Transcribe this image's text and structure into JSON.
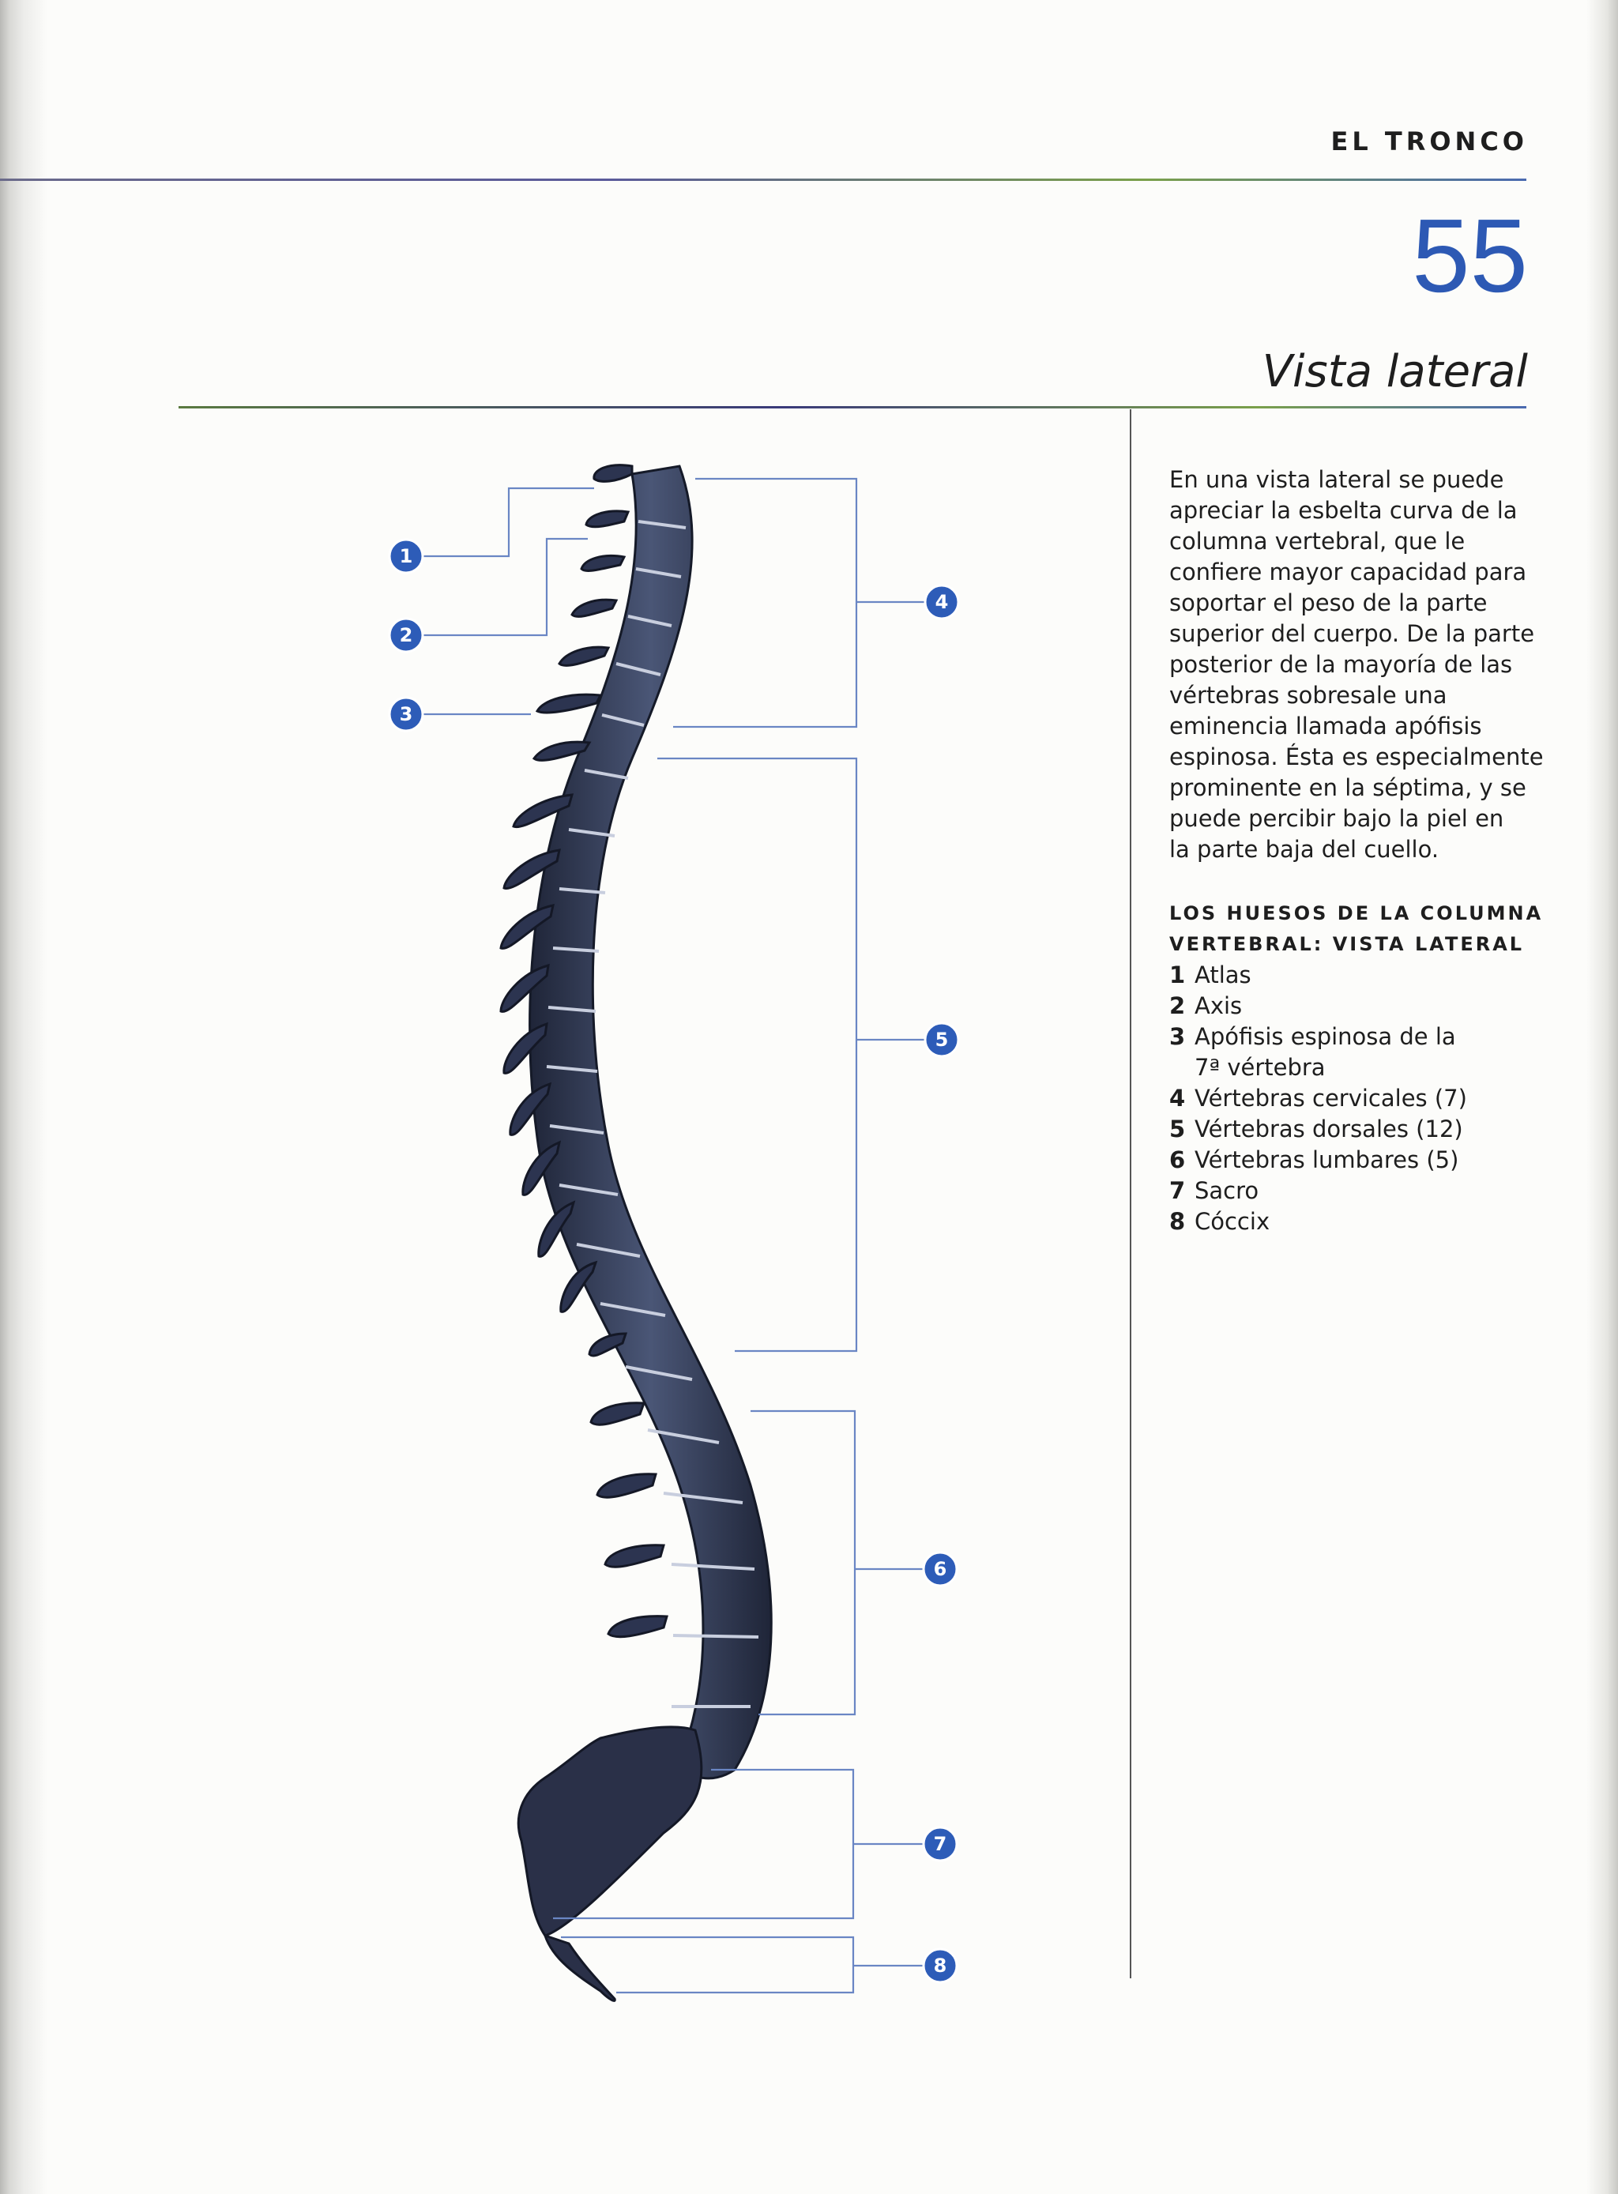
{
  "header": {
    "section": "EL TRONCO",
    "page_number": "55",
    "subtitle": "Vista lateral"
  },
  "intro_lines": [
    "En una vista lateral se puede",
    "apreciar la esbelta curva de la",
    "columna vertebral, que le",
    "confiere mayor capacidad para",
    "soportar el peso de la parte",
    "superior del cuerpo. De la parte",
    "posterior de la mayoría de las",
    "vértebras sobresale una",
    "eminencia llamada apófisis",
    "espinosa. Ésta es especialmente",
    "prominente en la séptima, y se",
    "puede percibir bajo la piel en",
    "la parte baja del cuello."
  ],
  "legend": {
    "title_line1": "LOS HUESOS DE LA COLUMNA",
    "title_line2": "VERTEBRAL: VISTA LATERAL",
    "items": [
      {
        "num": "1",
        "label": "Atlas"
      },
      {
        "num": "2",
        "label": "Axis"
      },
      {
        "num": "3",
        "label": "Apófisis espinosa de la",
        "label2": "7ª vértebra"
      },
      {
        "num": "4",
        "label": "Vértebras cervicales (7)"
      },
      {
        "num": "5",
        "label": "Vértebras dorsales (12)"
      },
      {
        "num": "6",
        "label": "Vértebras lumbares (5)"
      },
      {
        "num": "7",
        "label": "Sacro"
      },
      {
        "num": "8",
        "label": "Cóccix"
      }
    ]
  },
  "callouts": [
    "1",
    "2",
    "3",
    "4",
    "5",
    "6",
    "7",
    "8"
  ],
  "colors": {
    "accent": "#2d5cb8",
    "bone": "#2f3852",
    "leader": "#6a86c4"
  }
}
